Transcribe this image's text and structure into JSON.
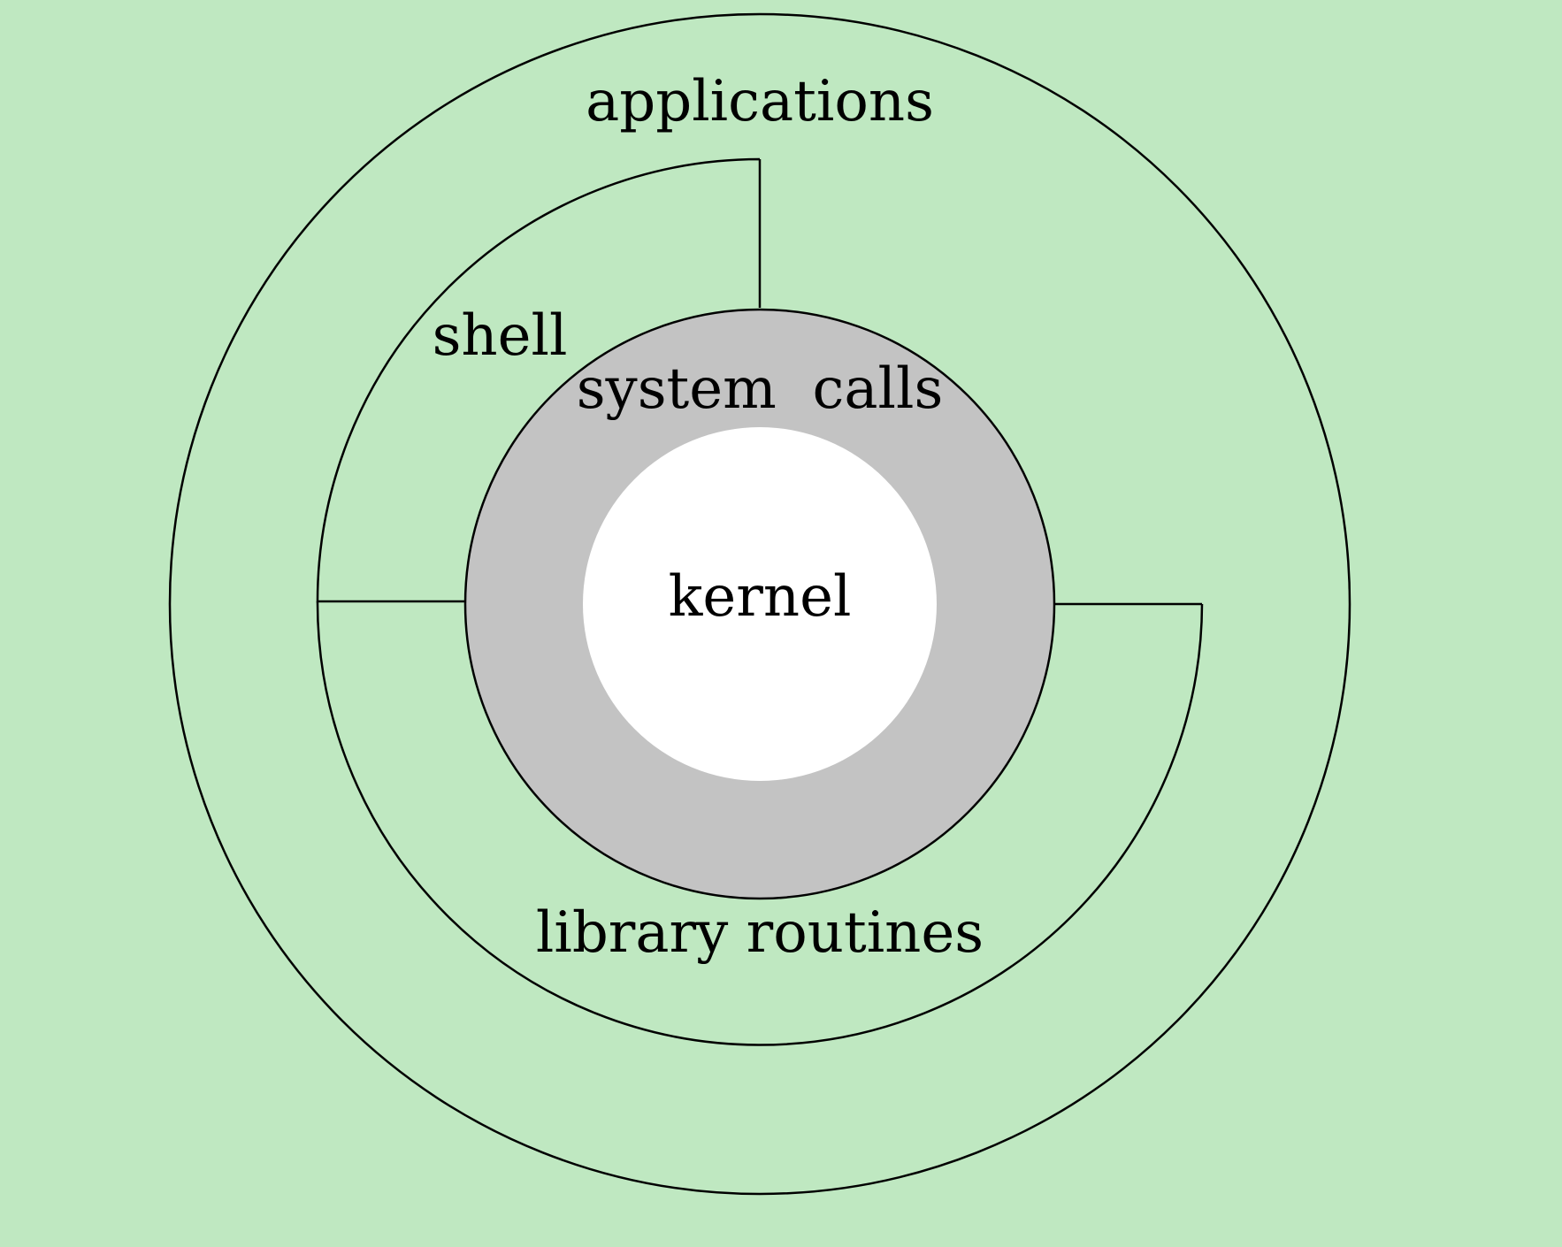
{
  "diagram": {
    "labels": {
      "applications": "applications",
      "shell": "shell",
      "system_calls": "system  calls",
      "kernel": "kernel",
      "library_routines": "library routines"
    },
    "colors": {
      "background": "#bfe8c1",
      "system_calls_ring": "#c3c3c3",
      "kernel_core": "#ffffff",
      "stroke": "#000000"
    }
  }
}
